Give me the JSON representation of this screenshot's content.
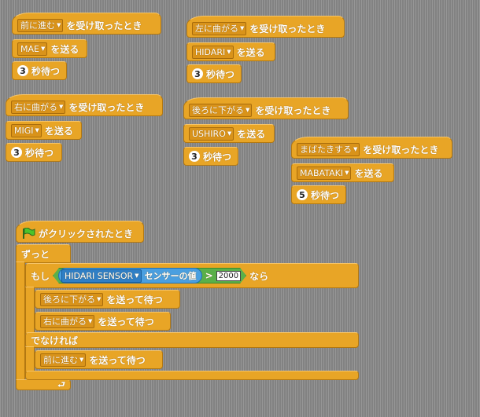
{
  "scripts": {
    "s1": {
      "hat_value": "前に進む",
      "hat_label": "を受け取ったとき",
      "send_value": "MAE",
      "send_label": "を送る",
      "wait_num": "3",
      "wait_label": "秒待つ"
    },
    "s2": {
      "hat_value": "左に曲がる",
      "hat_label": "を受け取ったとき",
      "send_value": "HIDARI",
      "send_label": "を送る",
      "wait_num": "3",
      "wait_label": "秒待つ"
    },
    "s3": {
      "hat_value": "右に曲がる",
      "hat_label": "を受け取ったとき",
      "send_value": "MIGI",
      "send_label": "を送る",
      "wait_num": "3",
      "wait_label": "秒待つ"
    },
    "s4": {
      "hat_value": "後ろに下がる",
      "hat_label": "を受け取ったとき",
      "send_value": "USHIRO",
      "send_label": "を送る",
      "wait_num": "3",
      "wait_label": "秒待つ"
    },
    "s5": {
      "hat_value": "まばたきする",
      "hat_label": "を受け取ったとき",
      "send_value": "MABATAKI",
      "send_label": "を送る",
      "wait_num": "5",
      "wait_label": "秒待つ"
    },
    "main": {
      "hat_label": "がクリックされたとき",
      "forever_label": "ずっと",
      "if_label": "もし",
      "sensor_value": "HIDARI SENSOR",
      "sensor_label": "センサーの値",
      "operator": ">",
      "threshold": "2000",
      "then_label": "なら",
      "then_1_value": "後ろに下がる",
      "then_1_label": "を送って待つ",
      "then_2_value": "右に曲がる",
      "then_2_label": "を送って待つ",
      "else_label": "でなければ",
      "else_1_value": "前に進む",
      "else_1_label": "を送って待つ",
      "loop_arrow": "⮐"
    }
  },
  "icons": {
    "dropdown": "▼",
    "flag": "green-flag-icon"
  },
  "colors": {
    "control": "#e8a526",
    "sensor": "#4a9fe0",
    "operator": "#5ab04a",
    "background": "#8a8a8a"
  }
}
